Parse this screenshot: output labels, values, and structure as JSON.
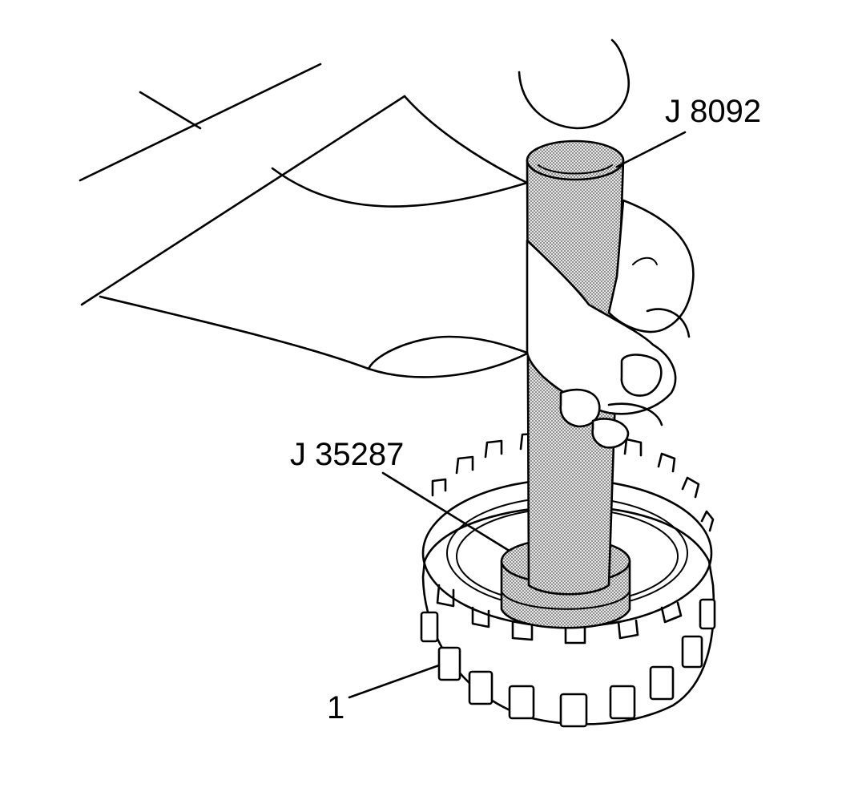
{
  "labels": {
    "driver_handle": "J 8092",
    "installer": "J 35287",
    "part": "1"
  },
  "colors": {
    "ink": "#000000",
    "paper": "#ffffff",
    "stipple": "#b9b9b9"
  }
}
